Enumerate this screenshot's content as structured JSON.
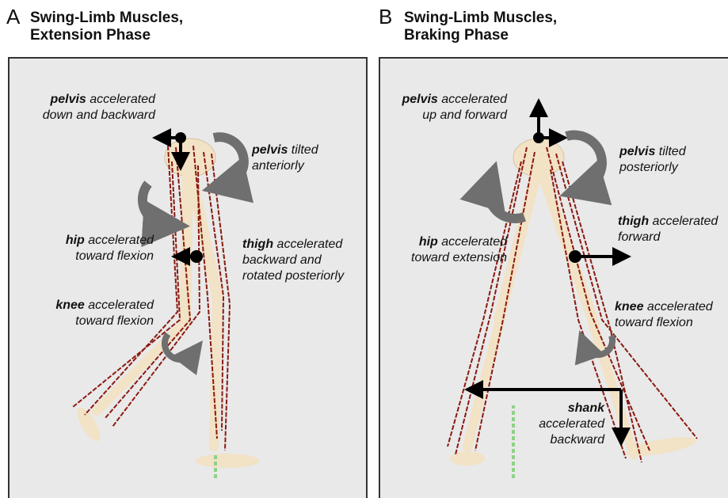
{
  "panels": [
    {
      "letter": "A",
      "title_line1": "Swing-Limb Muscles,",
      "title_line2": "Extension Phase",
      "annotations": {
        "pelvis_accel": {
          "term": "pelvis",
          "rest": " accelerated",
          "line2": "down and backward"
        },
        "pelvis_tilt": {
          "term": "pelvis",
          "rest": " tilted",
          "line2": "anteriorly"
        },
        "hip": {
          "term": "hip",
          "rest": " accelerated",
          "line2": "toward flexion"
        },
        "thigh": {
          "term": "thigh",
          "rest": " accelerated",
          "line2": "backward and",
          "line3": "rotated posteriorly"
        },
        "knee": {
          "term": "knee",
          "rest": " accelerated",
          "line2": "toward flexion"
        }
      }
    },
    {
      "letter": "B",
      "title_line1": "Swing-Limb Muscles,",
      "title_line2": "Braking Phase",
      "annotations": {
        "pelvis_accel": {
          "term": "pelvis",
          "rest": " accelerated",
          "line2": "up and forward"
        },
        "pelvis_tilt": {
          "term": "pelvis",
          "rest": " tilted",
          "line2": "posteriorly"
        },
        "thigh": {
          "term": "thigh",
          "rest": " accelerated",
          "line2": "forward"
        },
        "hip": {
          "term": "hip",
          "rest": " accelerated",
          "line2": "toward extension"
        },
        "knee": {
          "term": "knee",
          "rest": " accelerated",
          "line2": "toward flexion"
        },
        "shank": {
          "term": "shank",
          "line2": "accelerated",
          "line3": "backward"
        }
      }
    }
  ],
  "colors": {
    "panel_bg": "#e9e9e9",
    "bone": "#f2e2c6",
    "muscle": "#8b1a10",
    "arrow_black": "#000000",
    "rotation_arrow": "#6f6f6f",
    "grf_green": "#8fd18a"
  }
}
